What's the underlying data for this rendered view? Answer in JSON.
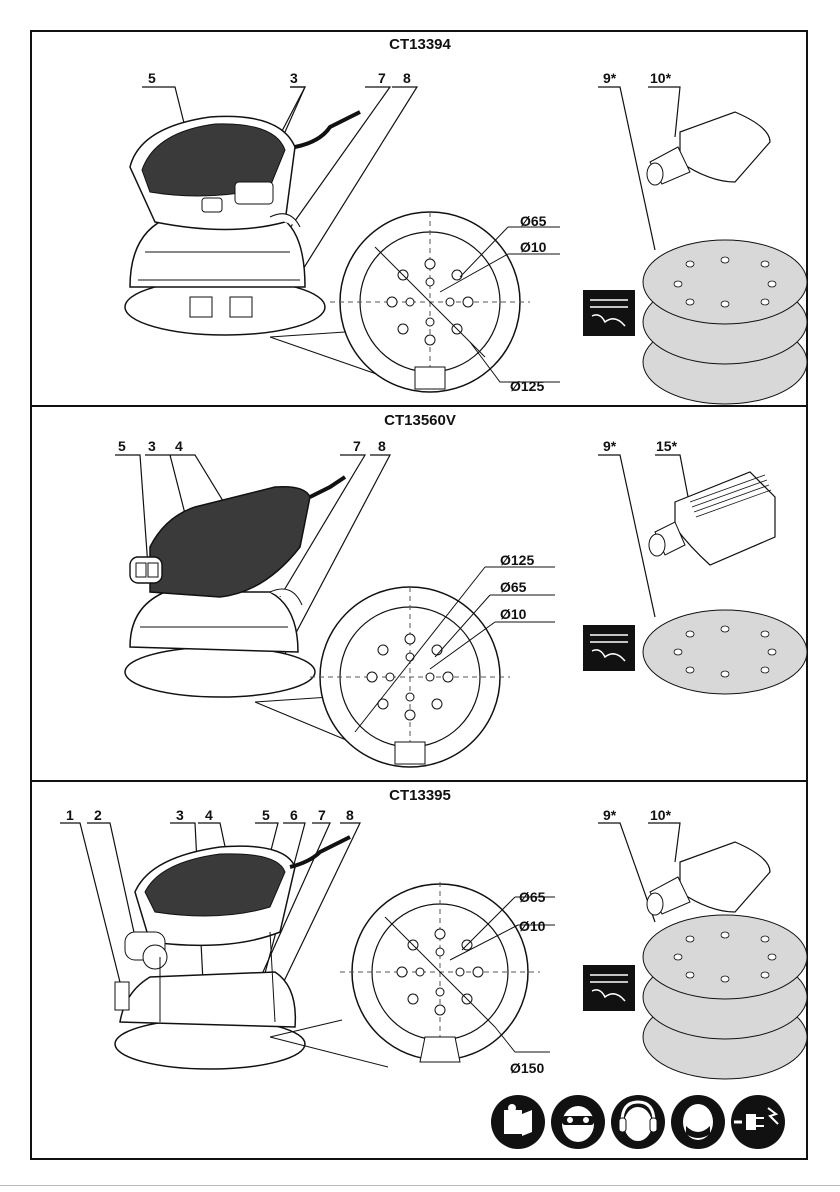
{
  "panels": [
    {
      "model": "CT13394",
      "callouts": [
        "5",
        "3",
        "7",
        "8"
      ],
      "accessories": [
        "9*",
        "10*"
      ],
      "dims": [
        "Ø65",
        "Ø10",
        "Ø125"
      ]
    },
    {
      "model": "CT13560V",
      "callouts": [
        "5",
        "3",
        "4",
        "7",
        "8"
      ],
      "accessories": [
        "9*",
        "15*"
      ],
      "dims": [
        "Ø125",
        "Ø65",
        "Ø10"
      ]
    },
    {
      "model": "CT13395",
      "callouts": [
        "1",
        "2",
        "3",
        "4",
        "5",
        "6",
        "7",
        "8"
      ],
      "accessories": [
        "9*",
        "10*"
      ],
      "dims": [
        "Ø65",
        "Ø10",
        "Ø150"
      ]
    }
  ],
  "safety_icons": [
    "read-manual-icon",
    "eye-protection-icon",
    "ear-protection-icon",
    "dust-mask-icon",
    "unplug-icon"
  ]
}
